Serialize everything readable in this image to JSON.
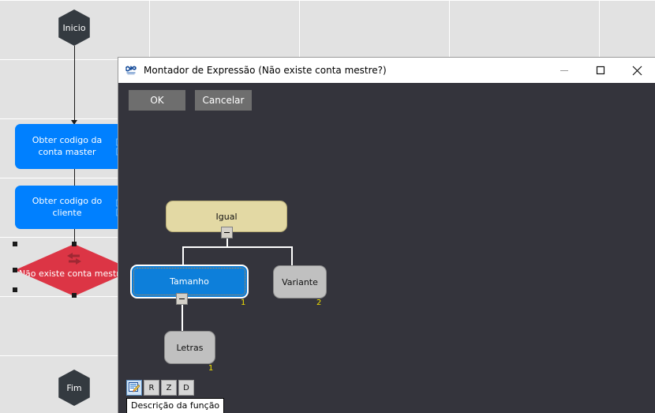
{
  "canvas": {
    "nodes": [
      {
        "id": "inicio",
        "type": "terminator",
        "label": "Inicio"
      },
      {
        "id": "obter-conta-master",
        "type": "process",
        "label": "Obter codigo da conta master"
      },
      {
        "id": "obter-cliente",
        "type": "process",
        "label": "Obter codigo do cliente"
      },
      {
        "id": "nao-existe-conta-mestre",
        "type": "decision",
        "label": "Não existe conta mestre?"
      },
      {
        "id": "fim",
        "type": "terminator",
        "label": "Fim"
      }
    ],
    "colors": {
      "background": "#e2e2e2",
      "grid": "#ffffff",
      "terminator": "#343a40",
      "process": "#0080ff",
      "decision": "#dc3545",
      "connector": "#1a1a1a"
    }
  },
  "dialog": {
    "title": "Montador de Expressão (Não existe conta mestre?)",
    "icon": "app-logo-icon",
    "window_controls": {
      "minimize": "minimize-icon",
      "maximize": "maximize-icon",
      "close": "close-icon"
    },
    "buttons": {
      "ok": "OK",
      "cancel": "Cancelar"
    },
    "tree": {
      "nodes": [
        {
          "id": "igual",
          "label": "Igual",
          "style": "tan",
          "index": "",
          "collapsed": false
        },
        {
          "id": "tamanho",
          "label": "Tamanho",
          "style": "blue",
          "index": "1",
          "collapsed": false,
          "selected": true
        },
        {
          "id": "variante",
          "label": "Variante",
          "style": "gray",
          "index": "2",
          "collapsed": false
        },
        {
          "id": "letras",
          "label": "Letras",
          "style": "gray",
          "index": "1",
          "collapsed": false
        }
      ],
      "collapse_glyph": "minus"
    },
    "toolbar": [
      {
        "id": "descricao",
        "label": "",
        "icon": "edit-note-icon",
        "active": true
      },
      {
        "id": "r",
        "label": "R",
        "icon": "",
        "active": false
      },
      {
        "id": "z",
        "label": "Z",
        "icon": "",
        "active": false
      },
      {
        "id": "d",
        "label": "D",
        "icon": "",
        "active": false
      }
    ],
    "tooltip": "Descrição da função",
    "colors": {
      "dialog_bg": "#34343c",
      "titlebar_bg": "#ffffff",
      "button_bg": "#6e6e6e",
      "node_tan": "#e3d9a4",
      "node_gray": "#c0c0c0",
      "node_blue": "#0d7fda",
      "index_text": "#f2e100",
      "tree_link": "#ffffff"
    }
  }
}
